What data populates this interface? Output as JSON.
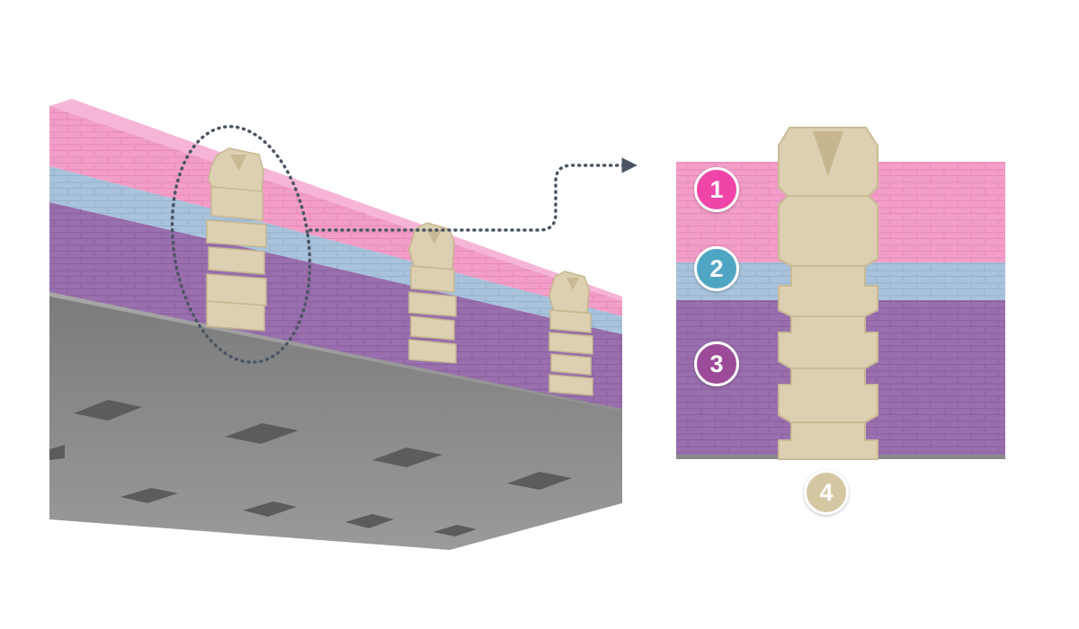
{
  "colors": {
    "layer_1": "#f29ec8",
    "layer_2": "#a9c3dc",
    "layer_3": "#9a6fae",
    "anchor": "#ddd0b2",
    "concrete": "#8a8a8a",
    "badge_1": "#ef45a8",
    "badge_2": "#4fa6c4",
    "badge_3": "#9c4b98",
    "badge_4": "#d6c7a3",
    "callout_line": "#4b5563"
  },
  "callouts": [
    {
      "id": "1",
      "label": "1"
    },
    {
      "id": "2",
      "label": "2"
    },
    {
      "id": "3",
      "label": "3"
    },
    {
      "id": "4",
      "label": "4"
    }
  ]
}
